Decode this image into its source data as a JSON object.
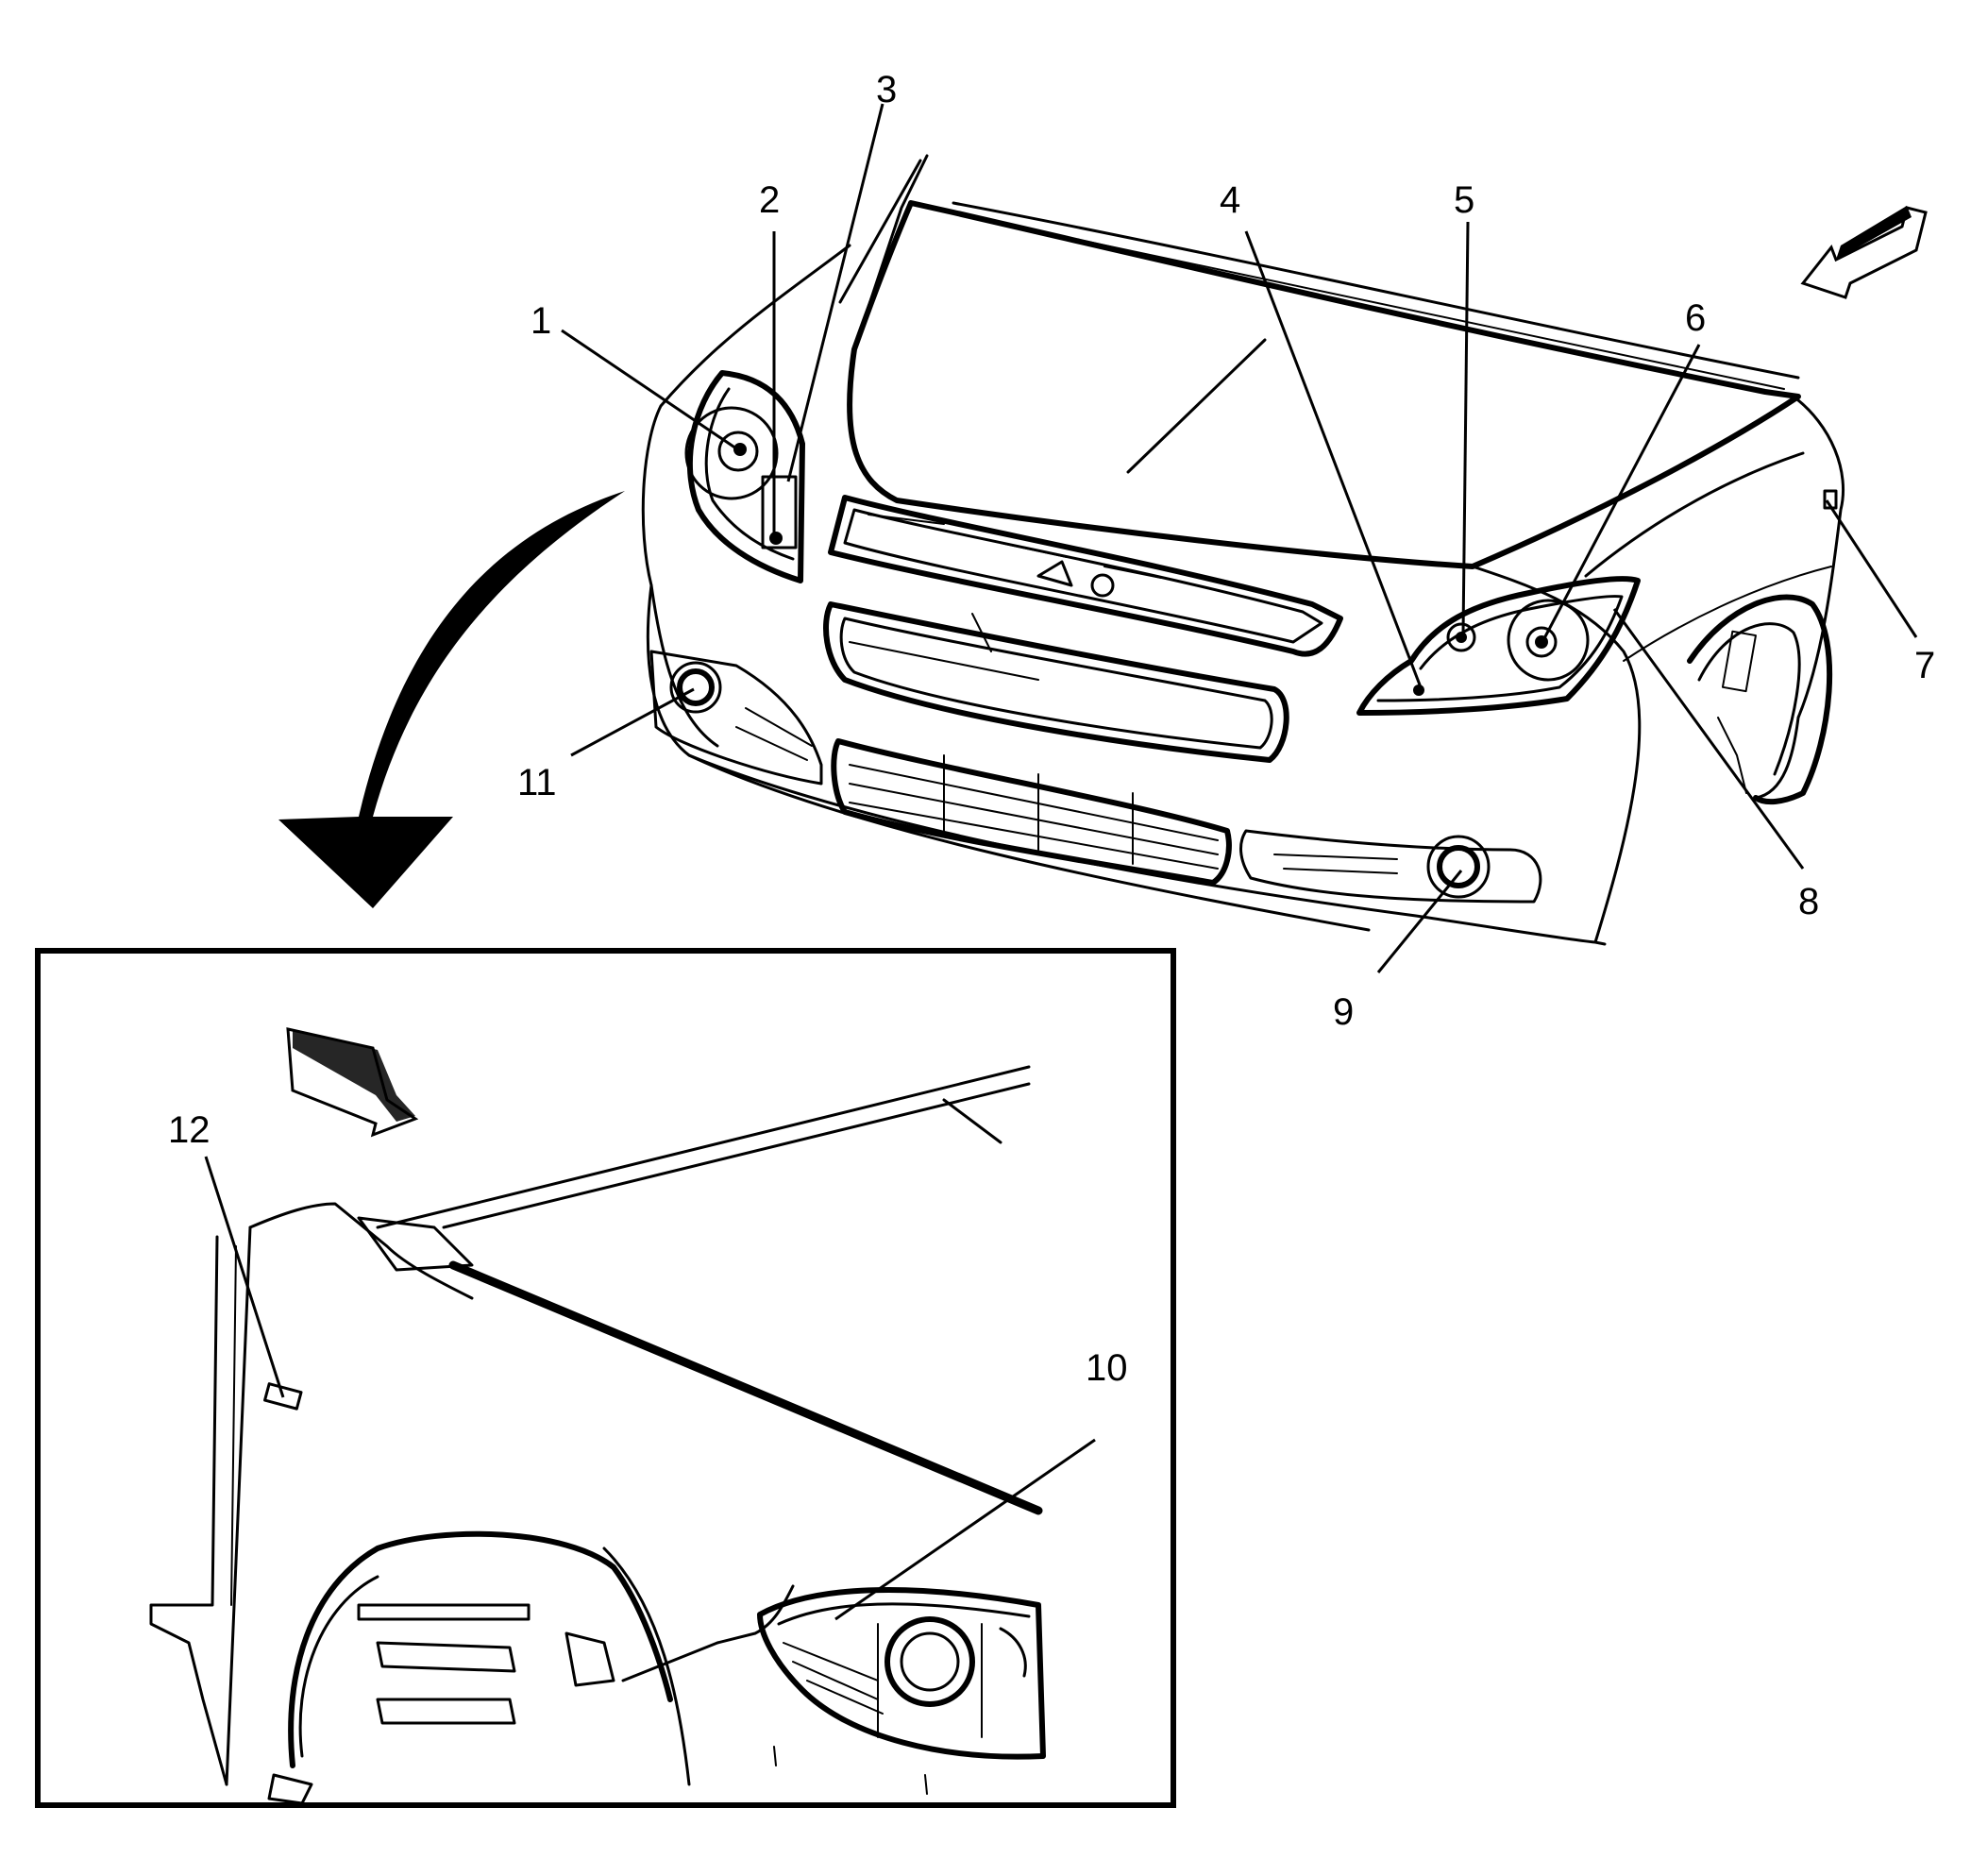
{
  "figure": {
    "callouts": [
      {
        "id": "1",
        "label": "1"
      },
      {
        "id": "2",
        "label": "2"
      },
      {
        "id": "3",
        "label": "3"
      },
      {
        "id": "4",
        "label": "4"
      },
      {
        "id": "5",
        "label": "5"
      },
      {
        "id": "6",
        "label": "6"
      },
      {
        "id": "7",
        "label": "7"
      },
      {
        "id": "8",
        "label": "8"
      },
      {
        "id": "9",
        "label": "9"
      },
      {
        "id": "10",
        "label": "10"
      },
      {
        "id": "11",
        "label": "11"
      },
      {
        "id": "12",
        "label": "12"
      }
    ],
    "colors": {
      "line": "#000000",
      "background": "#ffffff"
    }
  }
}
